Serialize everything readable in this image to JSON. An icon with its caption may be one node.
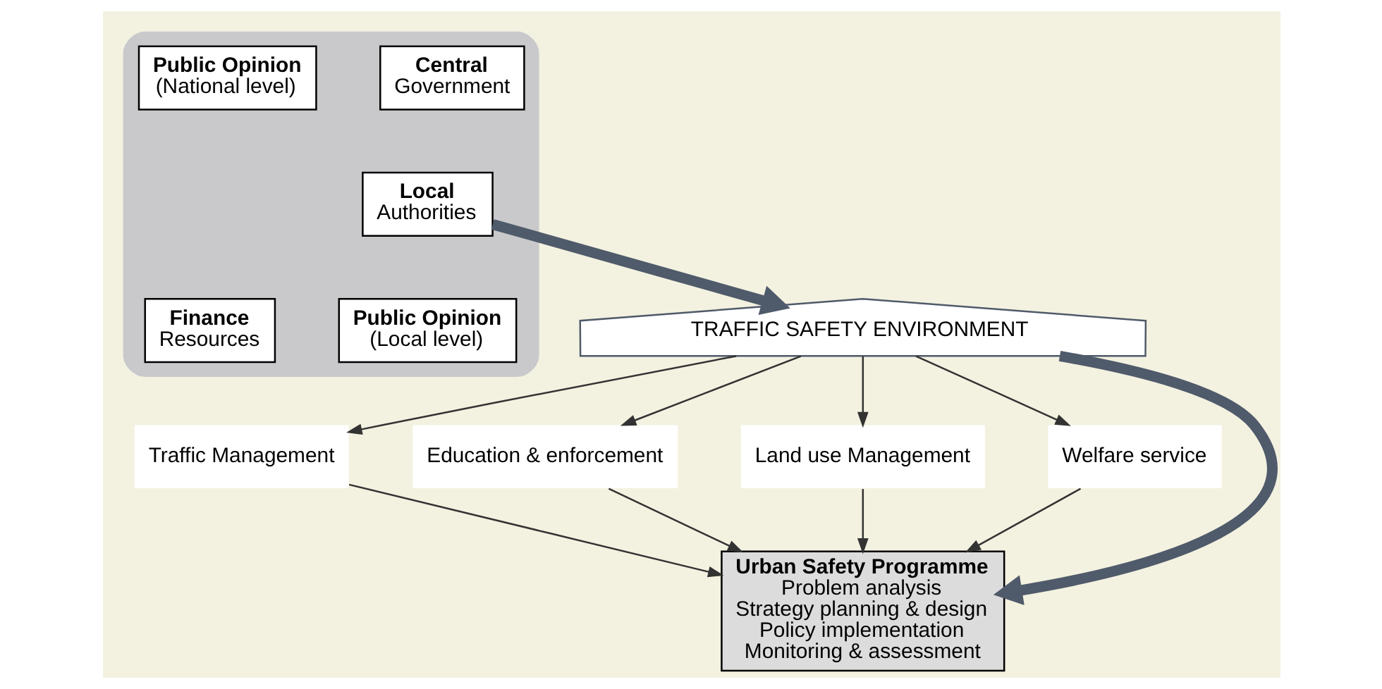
{
  "diagram": {
    "nodes": [
      {
        "text": [],
        "shape": "cloud"
      },
      {
        "text": [
          "Central",
          "Government"
        ],
        "in": 0
      },
      {
        "text": [
          "Public Opinion",
          "(National level)"
        ],
        "in": 0
      },
      {
        "text": [
          "Local",
          "Authorities"
        ],
        "in": 0
      },
      {
        "text": [
          "Finance",
          "Resources"
        ],
        "in": 0
      },
      {
        "text": [
          "Public Opinion",
          "(Local level)"
        ],
        "in": 0
      },
      {
        "text": [
          "TRAFFIC SAFETY ENVIRONMENT"
        ]
      },
      {
        "text": [
          "Traffic Management"
        ]
      },
      {
        "text": [
          "Education & enforcement"
        ]
      },
      {
        "text": [
          "Land use Management"
        ]
      },
      {
        "text": [
          "Welfare service"
        ]
      },
      {
        "text": [
          "Urban Safety Programme",
          "Problem analysis",
          "Strategy planning & design",
          "Policy implementation",
          "Monitoring & assessment"
        ]
      }
    ],
    "edges": [
      {
        "from": 3,
        "to": 6,
        "arrow": "to",
        "style": "thick",
        "color": "#4f5a6a"
      },
      {
        "from": 6,
        "to": 7,
        "arrow": "to"
      },
      {
        "from": 6,
        "to": 8,
        "arrow": "to"
      },
      {
        "from": 6,
        "to": 9,
        "arrow": "to"
      },
      {
        "from": 6,
        "to": 10,
        "arrow": "to"
      },
      {
        "from": 6,
        "to": 11,
        "arrow": "to",
        "style": "thick",
        "color": "#4f5a6a"
      },
      {
        "from": 7,
        "to": 11,
        "arrow": "to"
      },
      {
        "from": 8,
        "to": 11,
        "arrow": "to"
      },
      {
        "from": 9,
        "to": 11,
        "arrow": "to"
      },
      {
        "from": 10,
        "to": 11,
        "arrow": "to"
      }
    ]
  }
}
